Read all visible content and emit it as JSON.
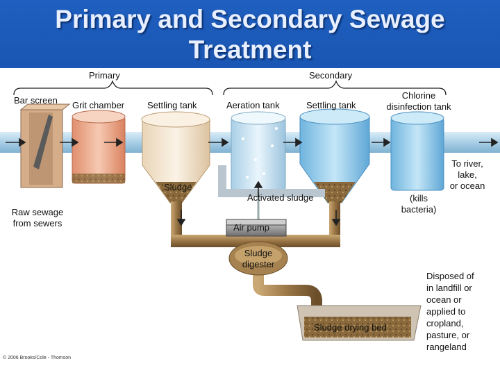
{
  "title_line1": "Primary and Secondary Sewage",
  "title_line2": "Treatment",
  "groups": {
    "primary": "Primary",
    "secondary": "Secondary"
  },
  "labels": {
    "bar_screen": "Bar screen",
    "grit_chamber": "Grit chamber",
    "settling_tank_1": "Settling tank",
    "aeration_tank": "Aeration tank",
    "settling_tank_2": "Settling tank",
    "chlorine_l1": "Chlorine",
    "chlorine_l2": "disinfection tank",
    "sludge": "Sludge",
    "activated_sludge": "Activated sludge",
    "kills_l1": "(kills",
    "kills_l2": "bacteria)",
    "river_l1": "To river,",
    "river_l2": "lake,",
    "river_l3": "or ocean",
    "raw_l1": "Raw sewage",
    "raw_l2": "from sewers",
    "air_pump": "Air pump",
    "digester_l1": "Sludge",
    "digester_l2": "digester",
    "drying_bed": "Sludge drying bed",
    "disposed_l1": "Disposed of",
    "disposed_l2": "in landfill or",
    "disposed_l3": "ocean or",
    "disposed_l4": "applied to",
    "disposed_l5": "cropland,",
    "disposed_l6": "pasture, or",
    "disposed_l7": "rangeland"
  },
  "copyright": "© 2006 Brooks/Cole - Thomson",
  "colors": {
    "title_bg": "#1f5fbf",
    "sludge": "#8b6a3e",
    "water": "#9fd0ec",
    "grit": "#e9a98a"
  }
}
